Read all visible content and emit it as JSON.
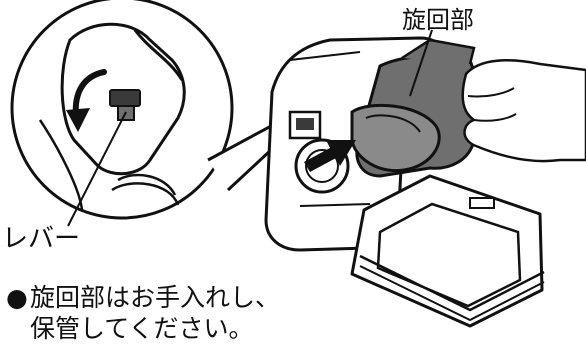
{
  "labels": {
    "rotating_part": "旋回部",
    "lever": "レバー"
  },
  "note": {
    "bullet": "●",
    "line1": "旋回部はお手入れし、",
    "line2": "保管してください。"
  },
  "colors": {
    "ink": "#111111",
    "part_fill": "#6f6f6f",
    "part_dark": "#3a3a3a",
    "panel_fill": "#ffffff"
  },
  "icons": [
    "rotation-arrow-icon",
    "insert-arrow-icon"
  ]
}
